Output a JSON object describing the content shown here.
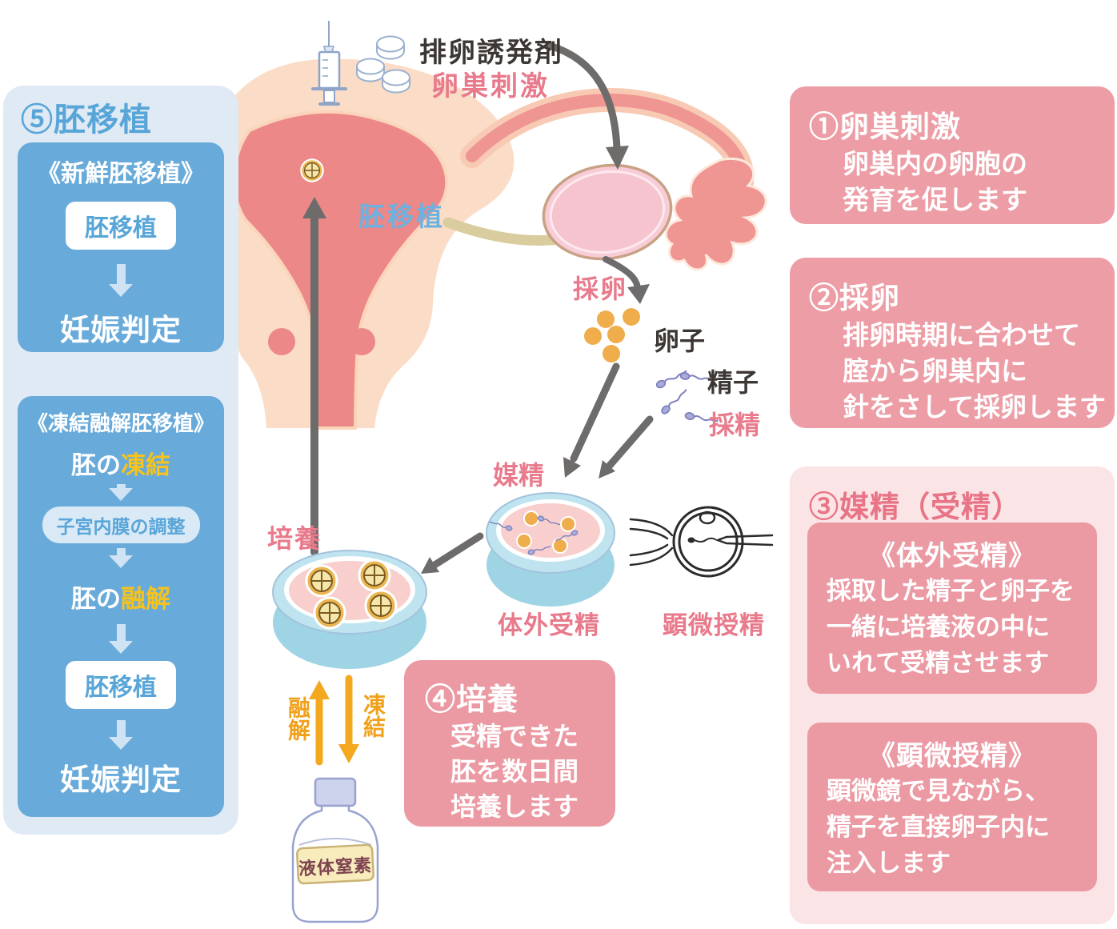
{
  "left_panel": {
    "title": "⑤胚移植",
    "fresh": {
      "heading": "《新鮮胚移植》",
      "box": "胚移植",
      "result": "妊娠判定"
    },
    "frozen": {
      "heading": "《凍結融解胚移植》",
      "step1_prefix": "胚の",
      "step1_word": "凍結",
      "pill": "子宮内膜の調整",
      "step2_prefix": "胚の",
      "step2_word": "融解",
      "box": "胚移植",
      "result": "妊娠判定"
    }
  },
  "diagram_labels": {
    "ovulation_drug": "排卵誘発剤",
    "ovarian_stimulation": "卵巣刺激",
    "egg_retrieval": "採卵",
    "egg": "卵子",
    "sperm": "精子",
    "sperm_collection": "採精",
    "insemination": "媒精",
    "ivf": "体外受精",
    "icsi": "顕微授精",
    "culture": "培養",
    "embryo_transfer": "胚移植",
    "thaw": "融解",
    "freeze": "凍結",
    "liquid_nitrogen": "液体窒素"
  },
  "steps": {
    "step1": {
      "title": "①卵巣刺激",
      "lines": [
        "卵巣内の卵胞の",
        "発育を促します"
      ]
    },
    "step2": {
      "title": "②採卵",
      "lines": [
        "排卵時期に合わせて",
        "腟から卵巣内に",
        "針をさして採卵します"
      ]
    },
    "step3": {
      "title": "③媒精（受精）",
      "ivf": {
        "heading": "《体外受精》",
        "lines": [
          "採取した精子と卵子を",
          "一緒に培養液の中に",
          "いれて受精させます"
        ]
      },
      "icsi": {
        "heading": "《顕微授精》",
        "lines": [
          "顕微鏡で見ながら、",
          "精子を直接卵子内に",
          "注入します"
        ]
      }
    },
    "step4": {
      "title": "④培養",
      "lines": [
        "受精できた",
        "胚を数日間",
        "培養します"
      ]
    }
  },
  "colors": {
    "accent_blue": "#68aad9",
    "panel_blue": "#e0eaf5",
    "highlight_yellow": "#f6c31d",
    "box_pink": "#ec9da5",
    "box_light_pink": "#fbe4e6",
    "pink_text": "#e87a8b",
    "dark_text": "#3d3734",
    "arrow_gray": "#6e6b6b",
    "arrow_orange": "#f3a81f"
  }
}
